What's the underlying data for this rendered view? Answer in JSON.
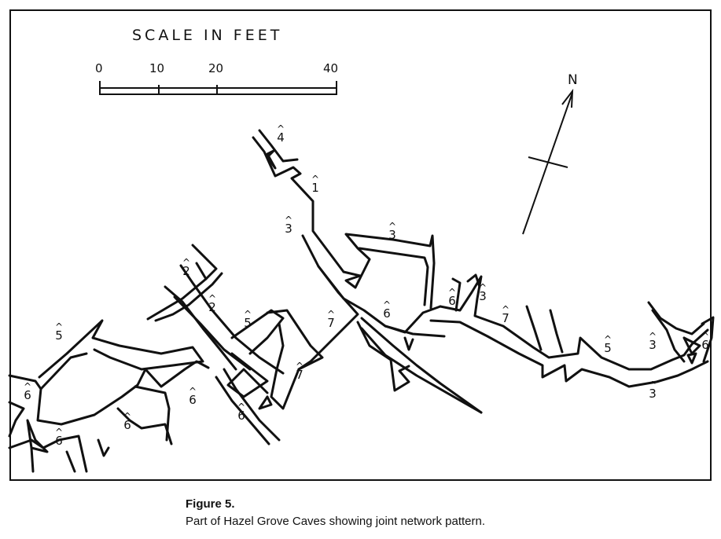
{
  "scale": {
    "title": "SCALE IN FEET",
    "ticks": [
      "0",
      "10",
      "20",
      "40"
    ]
  },
  "north_label": "N",
  "passage_labels": [
    {
      "id": "l1",
      "value": "4"
    },
    {
      "id": "l2",
      "value": "1"
    },
    {
      "id": "l3",
      "value": "3"
    },
    {
      "id": "l4",
      "value": "3"
    },
    {
      "id": "l5",
      "value": "2"
    },
    {
      "id": "l6",
      "value": "2"
    },
    {
      "id": "l7",
      "value": "5"
    },
    {
      "id": "l8",
      "value": "7"
    },
    {
      "id": "l9",
      "value": "6"
    },
    {
      "id": "l10",
      "value": "6"
    },
    {
      "id": "l11",
      "value": "3"
    },
    {
      "id": "l12",
      "value": "7"
    },
    {
      "id": "l13",
      "value": "5"
    },
    {
      "id": "l14",
      "value": "6"
    },
    {
      "id": "l15",
      "value": "6"
    },
    {
      "id": "l16",
      "value": "6"
    },
    {
      "id": "l17",
      "value": "6"
    },
    {
      "id": "l18",
      "value": "6"
    },
    {
      "id": "l19",
      "value": "7"
    },
    {
      "id": "l20",
      "value": "5"
    },
    {
      "id": "l21",
      "value": "3"
    },
    {
      "id": "l22",
      "value": "3"
    },
    {
      "id": "l23",
      "value": "6"
    }
  ],
  "caption": {
    "title": "Figure 5.",
    "text": "Part of Hazel Grove Caves showing joint network pattern."
  },
  "colors": {
    "ink": "#111111",
    "paper": "#ffffff"
  }
}
